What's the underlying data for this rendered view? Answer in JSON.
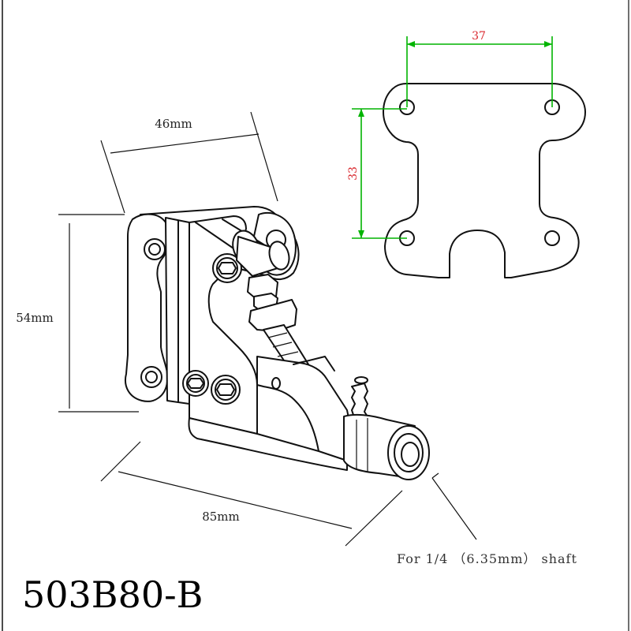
{
  "dimensions": {
    "width": "46mm",
    "height": "54mm",
    "length": "85mm"
  },
  "plate_dimensions": {
    "hole_spacing_horizontal": "37",
    "hole_spacing_vertical": "33"
  },
  "note": "For 1/4 （6.35mm） shaft",
  "part_number": "503B80-B",
  "colors": {
    "drawing_line": "#111111",
    "dimension_green": "#00b400",
    "dimension_text_red": "#d9262c"
  }
}
